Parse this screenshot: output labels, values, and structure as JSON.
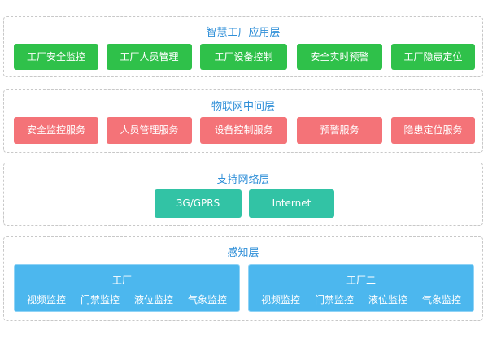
{
  "application_layer": {
    "title": "智慧工厂应用层",
    "items": [
      "工厂安全监控",
      "工厂人员管理",
      "工厂设备控制",
      "安全实时预警",
      "工厂隐患定位"
    ]
  },
  "middleware_layer": {
    "title": "物联网中间层",
    "items": [
      "安全监控服务",
      "人员管理服务",
      "设备控制服务",
      "预警服务",
      "隐患定位服务"
    ]
  },
  "network_layer": {
    "title": "支持网络层",
    "items": [
      "3G/GPRS",
      "Internet"
    ]
  },
  "perception_layer": {
    "title": "感知层",
    "factories": [
      {
        "name": "工厂一",
        "items": [
          "视频监控",
          "门禁监控",
          "液位监控",
          "气象监控"
        ]
      },
      {
        "name": "工厂二",
        "items": [
          "视频监控",
          "门禁监控",
          "液位监控",
          "气象监控"
        ]
      }
    ]
  },
  "colors": {
    "title_text": "#2f8fd8",
    "application_box": "#2fc14a",
    "middleware_box": "#f47378",
    "network_box": "#32c3a5",
    "perception_box": "#4cb7ee",
    "dashed_border": "#c8c8c8"
  }
}
